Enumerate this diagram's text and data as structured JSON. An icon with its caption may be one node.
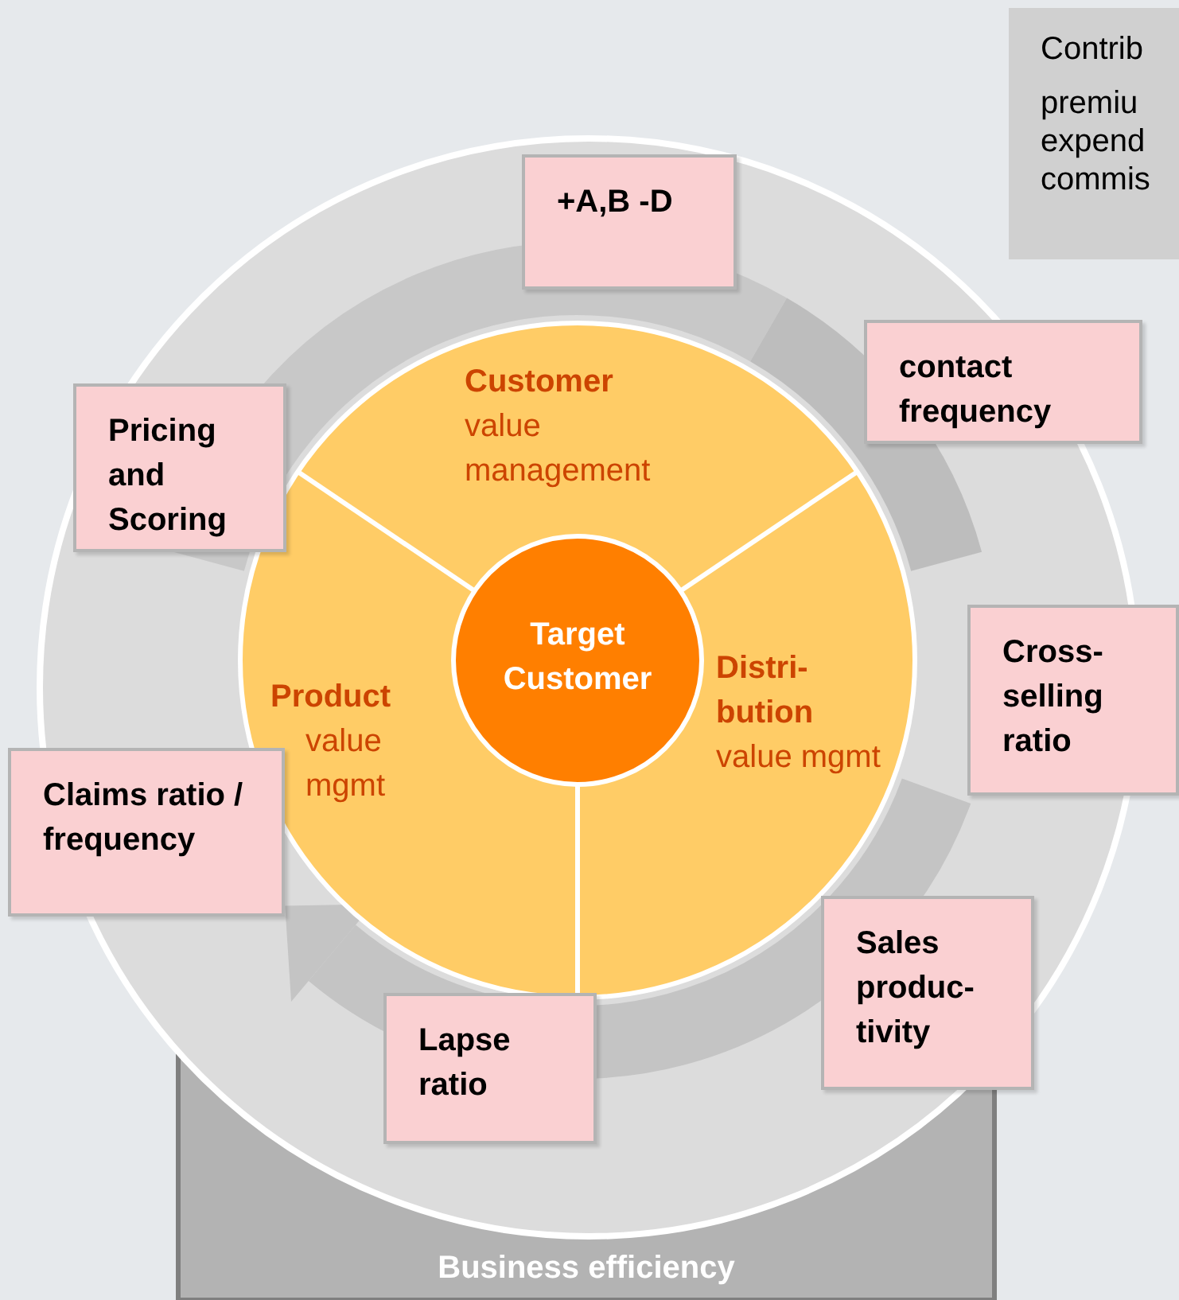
{
  "diagram": {
    "nodes": [
      {
        "text": [
          "Contrib",
          "premiu expend commis"
        ]
      },
      {
        "text": [
          "+A,B -D"
        ]
      },
      {
        "text": [
          "Pricing and Scoring"
        ]
      },
      {
        "text": [
          "contact frequency"
        ]
      },
      {
        "text": [
          "Customer",
          "value management"
        ]
      },
      {
        "text": [
          "Target Customer"
        ]
      },
      {
        "text": [
          "Product",
          "value mgmt"
        ]
      },
      {
        "text": [
          "Distri- bution",
          "value mgmt"
        ]
      },
      {
        "text": [
          "Cross- selling ratio"
        ]
      },
      {
        "text": [
          "Claims ratio / frequency"
        ]
      },
      {
        "text": [
          "Sales produc- tivity"
        ]
      },
      {
        "text": [
          "Lapse ratio"
        ]
      },
      {
        "text": [
          "Business efficiency"
        ]
      }
    ]
  }
}
